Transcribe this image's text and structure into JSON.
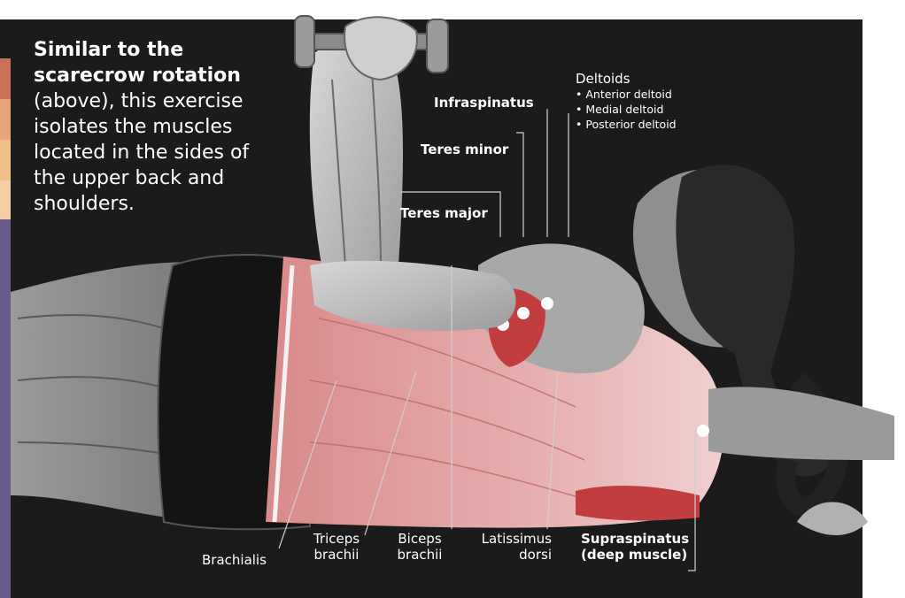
{
  "intro": {
    "bold_text": "Similar to the scarecrow rotation",
    "body_text": " (above), this exercise isolates the muscles located in the sides of the upper back and shoulders."
  },
  "labels": {
    "infraspinatus": "Infraspinatus",
    "teres_minor": "Teres minor",
    "teres_major": "Teres major",
    "deltoids": {
      "title": "Deltoids",
      "items": [
        "• Anterior deltoid",
        "• Medial deltoid",
        "• Posterior deltoid"
      ]
    },
    "brachialis": "Brachialis",
    "triceps_line1": "Triceps",
    "triceps_line2": "brachii",
    "biceps_line1": "Biceps",
    "biceps_line2": "brachii",
    "latissimus_line1": "Latissimus",
    "latissimus_line2": "dorsi",
    "supraspinatus_line1": "Supraspinatus",
    "supraspinatus_line2": "(deep muscle)"
  },
  "colors": {
    "background": "#1a1a1a",
    "muscle_highlight": "#c95a5a",
    "skin_gray": "#8a8a8a",
    "leader_line": "#cfcfcf"
  }
}
